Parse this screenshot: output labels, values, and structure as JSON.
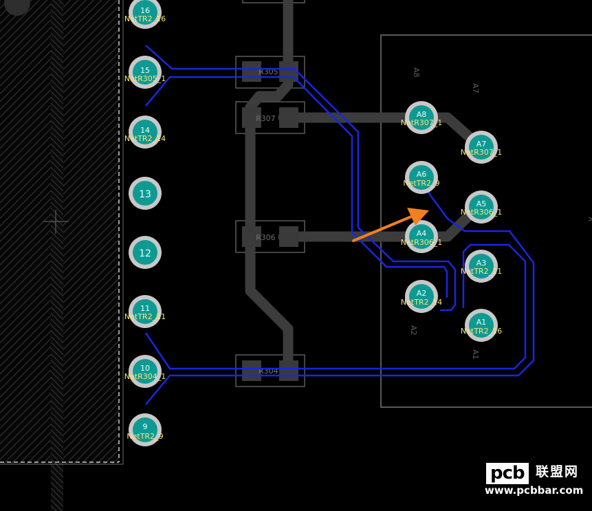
{
  "pads_left": [
    {
      "num": "16",
      "net": "NetTR2_16"
    },
    {
      "num": "15",
      "net": "NetR305_1"
    },
    {
      "num": "14",
      "net": "NetTR2_14"
    },
    {
      "num": "13",
      "net": ""
    },
    {
      "num": "12",
      "net": ""
    },
    {
      "num": "11",
      "net": "NetTR2_11"
    },
    {
      "num": "10",
      "net": "NetR304_1"
    },
    {
      "num": "9",
      "net": "NetTR2_9"
    }
  ],
  "pads_right": [
    {
      "num": "A8",
      "net": "NetR307_1"
    },
    {
      "num": "A7",
      "net": "NetR307_1"
    },
    {
      "num": "A6",
      "net": "NetTR2_9"
    },
    {
      "num": "A5",
      "net": "NetR306_1"
    },
    {
      "num": "A4",
      "net": "NetR306_1"
    },
    {
      "num": "A3",
      "net": "NetTR2_11"
    },
    {
      "num": "A2",
      "net": "NetTR2_14"
    },
    {
      "num": "A1",
      "net": "NetTR2_16"
    }
  ],
  "silk_labels": {
    "a8": "A8",
    "a7": "A7",
    "a2": "A2",
    "a1": "A1"
  },
  "component_labels": {
    "r305": "R305",
    "r307": "R307",
    "r306": "R306",
    "r304": "R304"
  },
  "colors": {
    "pad_fill": "#0e9a93",
    "pad_ring": "#c8c8c8",
    "track": "#3c3c3c",
    "signal": "#1020e0",
    "arrow": "#f08020",
    "net_text": "#ffe27a"
  },
  "watermark": {
    "logo": "pcb",
    "cn": "联盟网",
    "url": "www.pcbbar.com"
  }
}
